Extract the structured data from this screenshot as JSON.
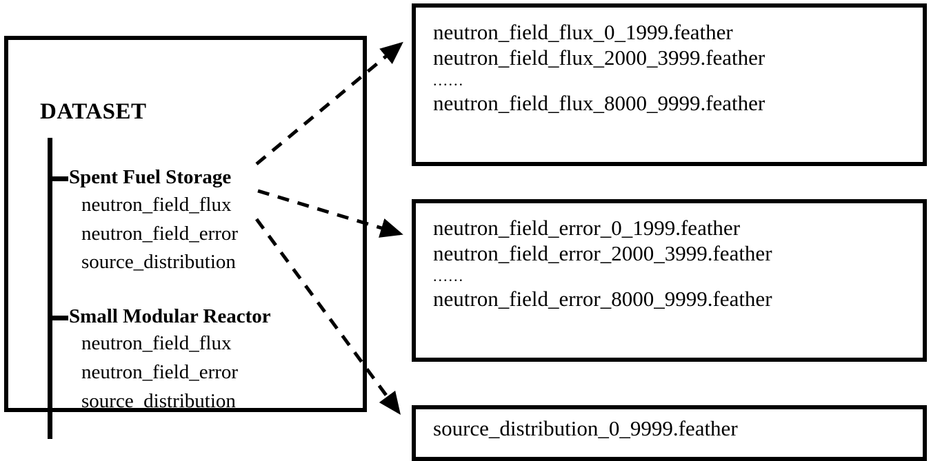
{
  "diagram": {
    "title": "DATASET",
    "root_label": "DATASET",
    "groups": [
      {
        "name": "Spent Fuel Storage",
        "items": [
          "neutron_field_flux",
          "neutron_field_error",
          "source_distribution"
        ]
      },
      {
        "name": "Small Modular Reactor",
        "items": [
          "neutron_field_flux",
          "neutron_field_error",
          "source_distribution"
        ]
      }
    ],
    "file_boxes": [
      {
        "id": "flux",
        "lines": [
          "neutron_field_flux_0_1999.feather",
          "neutron_field_flux_2000_3999.feather",
          "......",
          "neutron_field_flux_8000_9999.feather"
        ]
      },
      {
        "id": "error",
        "lines": [
          "neutron_field_error_0_1999.feather",
          "neutron_field_error_2000_3999.feather",
          "......",
          "neutron_field_error_8000_9999.feather"
        ]
      },
      {
        "id": "source",
        "lines": [
          "source_distribution_0_9999.feather"
        ]
      }
    ],
    "connectors": [
      {
        "name": "flux-connector",
        "from": "neutron_field_flux",
        "to": "flux-file-box",
        "style": "dashed-arrow"
      },
      {
        "name": "error-connector",
        "from": "neutron_field_error",
        "to": "error-file-box",
        "style": "dashed-arrow"
      },
      {
        "name": "source-connector",
        "from": "source_distribution",
        "to": "source-file-box",
        "style": "dashed-arrow"
      }
    ],
    "colors": {
      "stroke": "#000000",
      "background": "#ffffff",
      "text": "#000000"
    }
  }
}
